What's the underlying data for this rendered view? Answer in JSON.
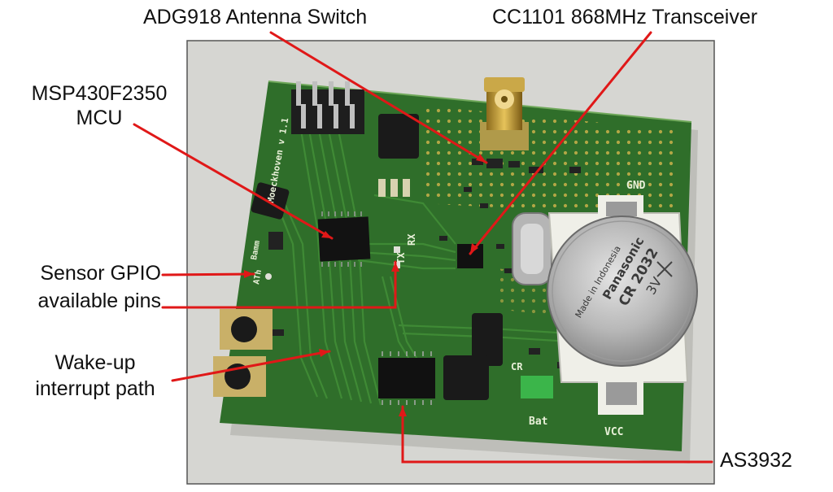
{
  "callouts": {
    "antenna_switch": "ADG918 Antenna Switch",
    "transceiver": "CC1101 868MHz Transceiver",
    "mcu_line1": "MSP430F2350",
    "mcu_line2": "MCU",
    "gpio_line1": "Sensor GPIO",
    "gpio_line2": "available pins",
    "wakeup_line1": "Wake-up",
    "wakeup_line2": "interrupt path",
    "as3932": "AS3932"
  },
  "board_silkscreen": {
    "gnd": "GND",
    "bat": "Bat",
    "vcc": "VCC",
    "tx": "TX",
    "rx": "RX",
    "cr": "CR",
    "author": "Moeckhoven v 1.1",
    "bamm": "Bamm",
    "ath": "ATh"
  },
  "battery_markings": {
    "brand": "Panasonic",
    "model": "CR 2032",
    "voltage": "3V",
    "origin": "Made in Indonesia"
  },
  "colors": {
    "callout_line": "#e01818",
    "pcb": "#2f6e2a",
    "trace": "#3f8a35",
    "label_text": "#111111"
  }
}
